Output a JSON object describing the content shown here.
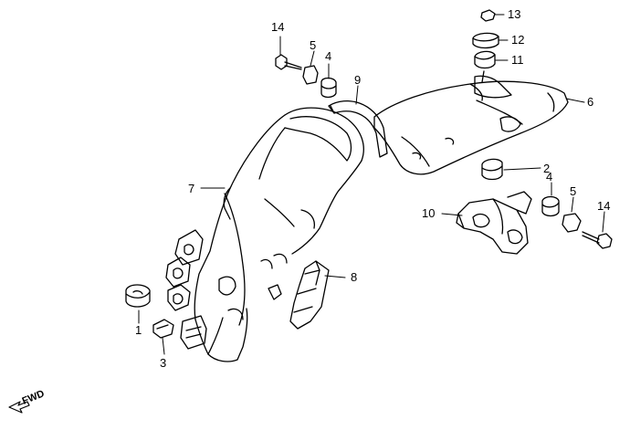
{
  "diagram": {
    "labels": {
      "p1": "1",
      "p2": "2",
      "p3": "3",
      "p4a": "4",
      "p4b": "4",
      "p5a": "5",
      "p5b": "5",
      "p6": "6",
      "p7": "7",
      "p8": "8",
      "p9": "9",
      "p10": "10",
      "p11": "11",
      "p12": "12",
      "p13": "13",
      "p14a": "14",
      "p14b": "14"
    },
    "fwd_label": "FWD"
  },
  "colors": {
    "line": "#000000",
    "background": "#ffffff"
  }
}
